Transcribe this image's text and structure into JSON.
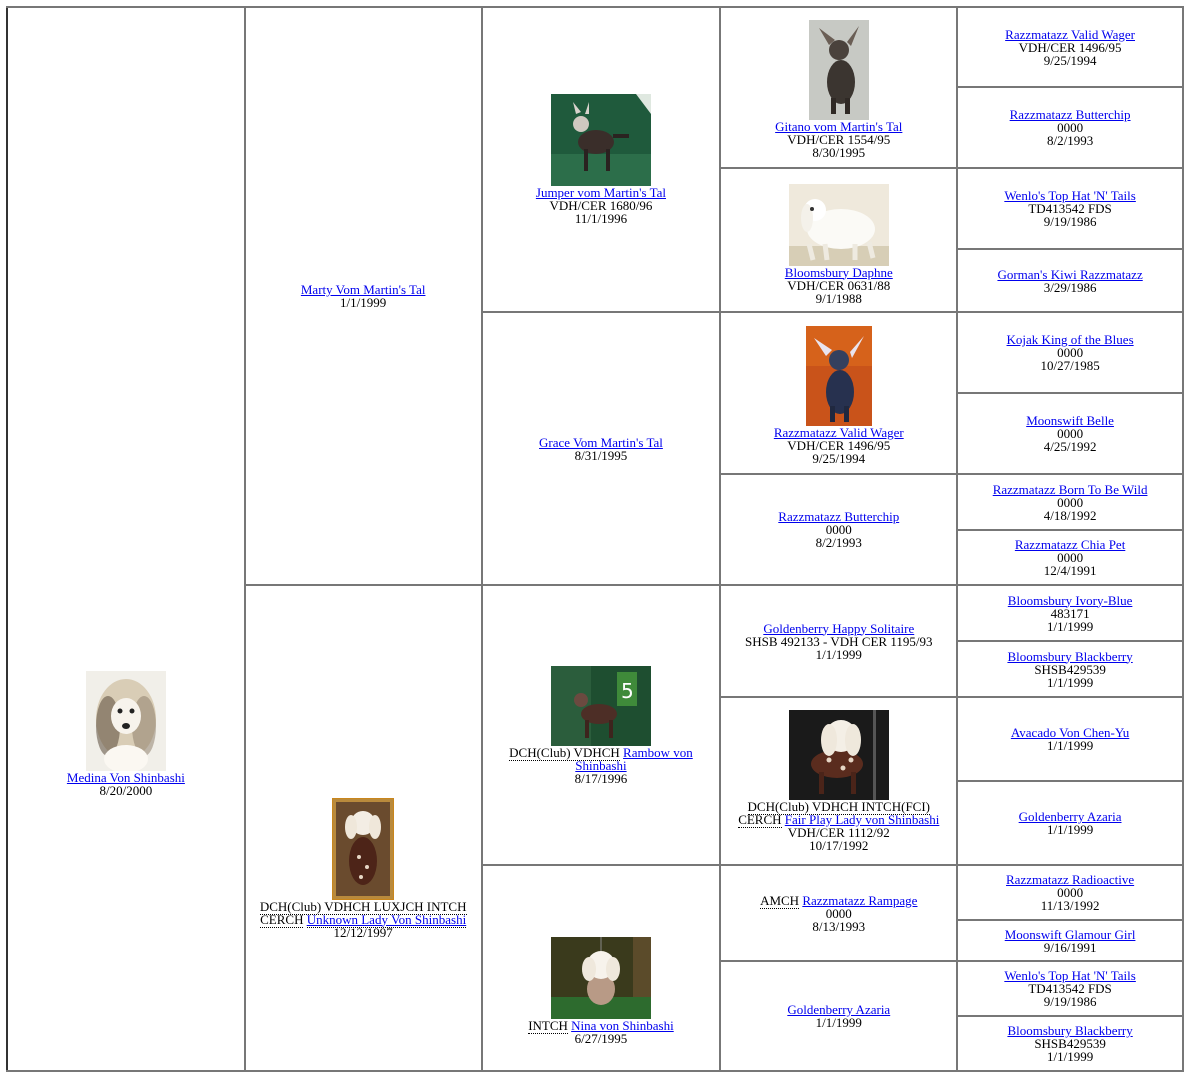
{
  "dogs": {
    "d0": {
      "name": "Medina Von Shinbashi",
      "line1": "",
      "line2": "8/20/2000",
      "photo": "medina-photo"
    },
    "d1": {
      "name": "Marty Vom Martin's Tal",
      "line1": "",
      "line2": "1/1/1999"
    },
    "d2": {
      "prefix": "DCH(Club) VDHCH LUXJCH INTCH CERCH",
      "name": "Unknown Lady Von Shinbashi",
      "line1": "",
      "line2": "12/12/1997"
    },
    "d3": {
      "name": "Jumper vom Martin's Tal",
      "line1": "VDH/CER 1680/96",
      "line2": "11/1/1996"
    },
    "d4": {
      "name": "Grace Vom Martin's Tal",
      "line1": "",
      "line2": "8/31/1995"
    },
    "d5": {
      "prefix": "DCH(Club) VDHCH",
      "name": "Rambow von Shinbashi",
      "line1": "",
      "line2": "8/17/1996"
    },
    "d6": {
      "prefix": "INTCH",
      "name": "Nina von Shinbashi",
      "line1": "",
      "line2": "6/27/1995"
    },
    "d7": {
      "name": "Gitano vom Martin's Tal",
      "line1": "VDH/CER 1554/95",
      "line2": "8/30/1995"
    },
    "d8": {
      "name": "Bloomsbury Daphne",
      "line1": "VDH/CER 0631/88",
      "line2": "9/1/1988"
    },
    "d9": {
      "name": "Razzmatazz Valid Wager",
      "line1": "VDH/CER 1496/95",
      "line2": "9/25/1994"
    },
    "d10": {
      "name": "Razzmatazz Butterchip",
      "line1": "0000",
      "line2": "8/2/1993"
    },
    "d11": {
      "name": "Goldenberry Happy Solitaire",
      "line1": "SHSB 492133 - VDH CER 1195/93",
      "line2": "1/1/1999"
    },
    "d12": {
      "prefix": "DCH(Club) VDHCH INTCH(FCI) CERCH",
      "name": "Fair Play Lady von Shinbashi",
      "line1": "VDH/CER 1112/92",
      "line2": "10/17/1992"
    },
    "d13": {
      "prefix": "AMCH",
      "name": "Razzmatazz Rampage",
      "line1": "0000",
      "line2": "8/13/1993"
    },
    "d14": {
      "name": "Goldenberry Azaria",
      "line1": "",
      "line2": "1/1/1999"
    },
    "d15": {
      "name": "Razzmatazz Valid Wager",
      "line1": "VDH/CER 1496/95",
      "line2": "9/25/1994"
    },
    "d16": {
      "name": "Razzmatazz Butterchip",
      "line1": "0000",
      "line2": "8/2/1993"
    },
    "d17": {
      "name": "Wenlo's Top Hat 'N' Tails",
      "line1": "TD413542 FDS",
      "line2": "9/19/1986"
    },
    "d18": {
      "name": "Gorman's Kiwi Razzmatazz",
      "line1": "",
      "line2": "3/29/1986"
    },
    "d19": {
      "name": "Kojak King of the Blues",
      "line1": "0000",
      "line2": "10/27/1985"
    },
    "d20": {
      "name": "Moonswift Belle",
      "line1": "0000",
      "line2": "4/25/1992"
    },
    "d21": {
      "name": "Razzmatazz Born To Be Wild",
      "line1": "0000",
      "line2": "4/18/1992"
    },
    "d22": {
      "name": "Razzmatazz Chia Pet",
      "line1": "0000",
      "line2": "12/4/1991"
    },
    "d23": {
      "name": "Bloomsbury Ivory-Blue",
      "line1": "483171",
      "line2": "1/1/1999"
    },
    "d24": {
      "name": "Bloomsbury Blackberry",
      "line1": "SHSB429539",
      "line2": "1/1/1999"
    },
    "d25": {
      "name": "Avacado Von Chen-Yu",
      "line1": "",
      "line2": "1/1/1999"
    },
    "d26": {
      "name": "Goldenberry Azaria",
      "line1": "",
      "line2": "1/1/1999"
    },
    "d27": {
      "name": "Razzmatazz Radioactive",
      "line1": "0000",
      "line2": "11/13/1992"
    },
    "d28": {
      "name": "Moonswift Glamour Girl",
      "line1": "",
      "line2": "9/16/1991"
    },
    "d29": {
      "name": "Wenlo's Top Hat 'N' Tails",
      "line1": "TD413542 FDS",
      "line2": "9/19/1986"
    },
    "d30": {
      "name": "Bloomsbury Blackberry",
      "line1": "SHSB429539",
      "line2": "1/1/1999"
    }
  },
  "colors": {
    "link": "#0000ee",
    "border": "#777777"
  }
}
